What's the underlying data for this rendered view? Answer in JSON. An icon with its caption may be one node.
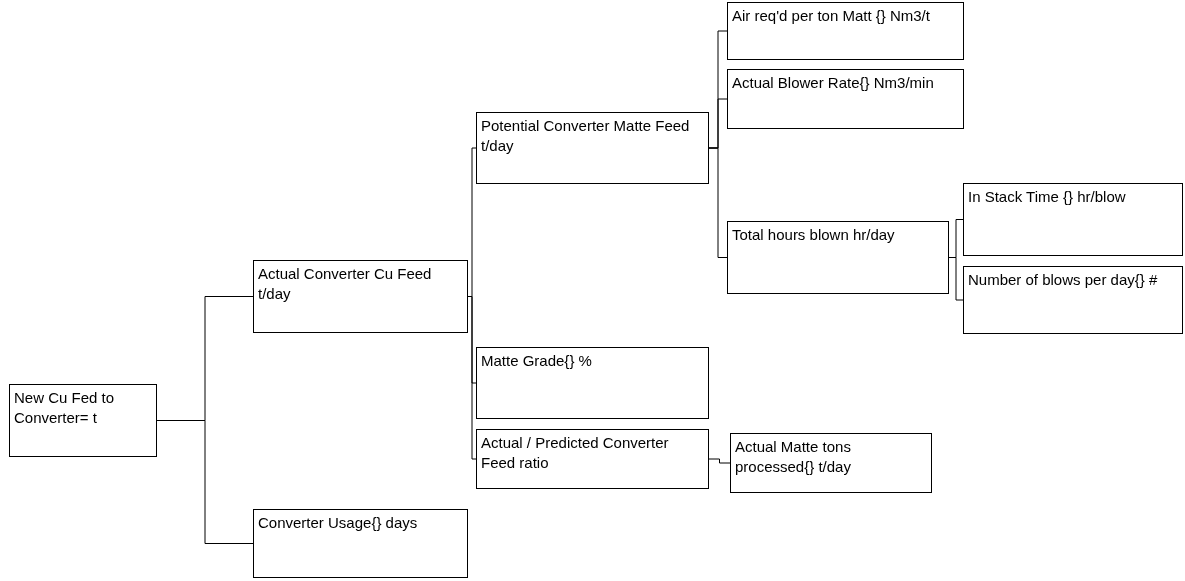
{
  "diagram": {
    "nodes": [
      {
        "text": [
          "New Cu Fed to Converter= t"
        ]
      },
      {
        "text": [
          "Actual Converter Cu Feed t/day"
        ]
      },
      {
        "text": [
          "Converter Usage{} days"
        ]
      },
      {
        "text": [
          "Potential Converter Matte Feed t/day"
        ]
      },
      {
        "text": [
          "Matte Grade{} %"
        ]
      },
      {
        "text": [
          "Actual / Predicted Converter Feed ratio"
        ]
      },
      {
        "text": [
          "Actual Matte tons processed{} t/day"
        ]
      },
      {
        "text": [
          "Air req'd per ton Matt {} Nm3/t"
        ]
      },
      {
        "text": [
          "Actual Blower Rate{} Nm3/min"
        ]
      },
      {
        "text": [
          "Total hours blown hr/day"
        ]
      },
      {
        "text": [
          "In Stack Time {} hr/blow"
        ]
      },
      {
        "text": [
          "Number of blows per day{} #"
        ]
      }
    ],
    "edges": [
      {
        "from": 0,
        "to": 1,
        "arrow": "none"
      },
      {
        "from": 0,
        "to": 2,
        "arrow": "none"
      },
      {
        "from": 1,
        "to": 3,
        "arrow": "none"
      },
      {
        "from": 1,
        "to": 4,
        "arrow": "none"
      },
      {
        "from": 1,
        "to": 5,
        "arrow": "none"
      },
      {
        "from": 5,
        "to": 6,
        "arrow": "none"
      },
      {
        "from": 3,
        "to": 7,
        "arrow": "none"
      },
      {
        "from": 3,
        "to": 8,
        "arrow": "none"
      },
      {
        "from": 3,
        "to": 9,
        "arrow": "none"
      },
      {
        "from": 9,
        "to": 10,
        "arrow": "none"
      },
      {
        "from": 9,
        "to": 11,
        "arrow": "none"
      }
    ]
  }
}
